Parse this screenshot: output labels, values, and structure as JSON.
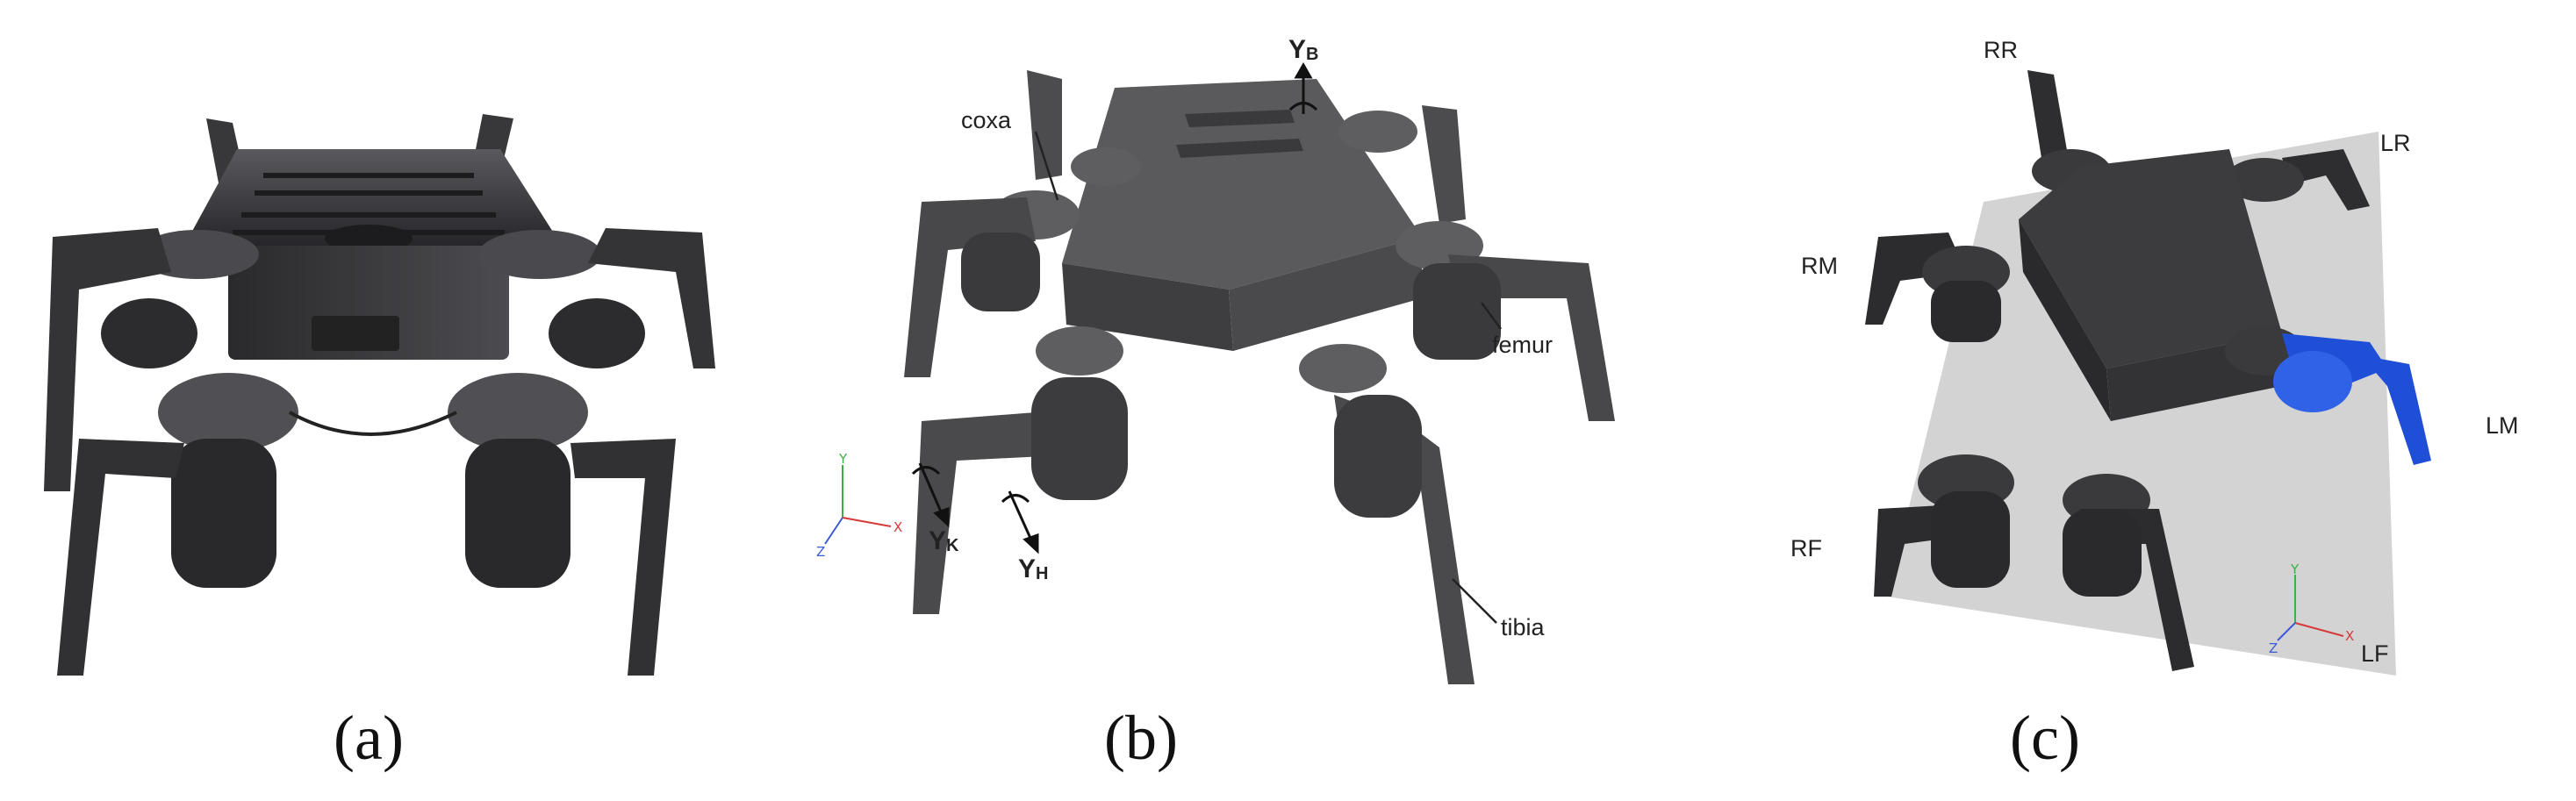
{
  "captions": {
    "a": "(a)",
    "b": "(b)",
    "c": "(c)"
  },
  "panel_b": {
    "parts": {
      "coxa": "coxa",
      "femur": "femur",
      "tibia": "tibia"
    },
    "axes": {
      "body": {
        "main": "Y",
        "sub": "B"
      },
      "knee": {
        "main": "Y",
        "sub": "K"
      },
      "hip": {
        "main": "Y",
        "sub": "H"
      }
    },
    "triad": {
      "y": "Y",
      "x": "X",
      "z": "Z"
    }
  },
  "panel_c": {
    "legs": {
      "RR": "RR",
      "LR": "LR",
      "RM": "RM",
      "LM": "LM",
      "RF": "RF",
      "LF": "LF"
    },
    "highlight_leg": "LM",
    "triad": {
      "y": "Y",
      "x": "X",
      "z": "Z"
    }
  },
  "colors": {
    "body": "#4a4a4c",
    "body_dark": "#2e2e30",
    "leg": "#525254",
    "highlight": "#1f4fd6",
    "workspace_box": "#d3d3d3",
    "axis_x": "#d63a3a",
    "axis_y": "#3cb044",
    "axis_z": "#3a5bd6"
  }
}
